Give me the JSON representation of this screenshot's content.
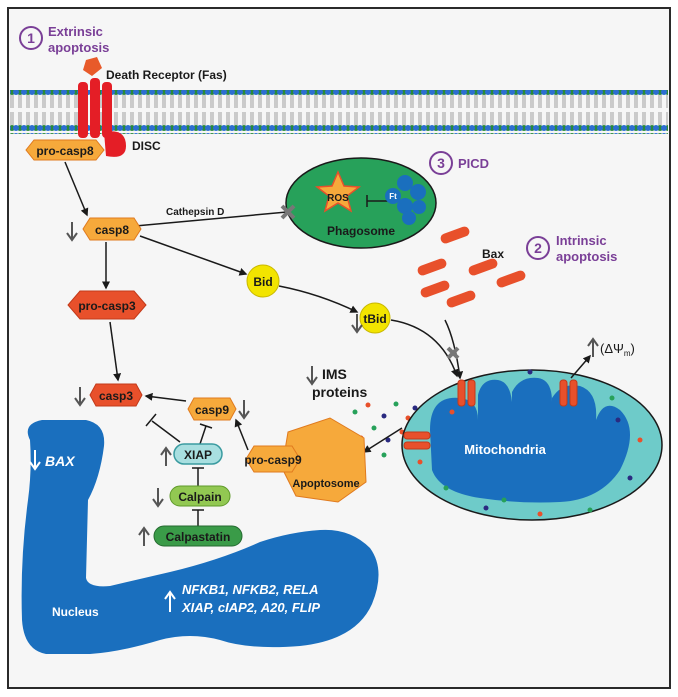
{
  "sections": {
    "extrinsic": {
      "number": "1",
      "line1": "Extrinsic",
      "line2": "apoptosis"
    },
    "picd": {
      "number": "3",
      "label": "PICD"
    },
    "intrinsic": {
      "number": "2",
      "line1": "Intrinsic",
      "line2": "apoptosis"
    }
  },
  "receptor": {
    "death_receptor": "Death Receptor (Fas)",
    "disc": "DISC"
  },
  "nodes": {
    "pro_casp8": "pro-casp8",
    "casp8": "casp8",
    "pro_casp3": "pro-casp3",
    "casp3": "casp3",
    "casp9": "casp9",
    "pro_casp9": "pro-casp9",
    "apoptosome": "Apoptosome",
    "xiap": "XIAP",
    "calpain": "Calpain",
    "calpastatin": "Calpastatin",
    "bid": "Bid",
    "tbid": "tBid",
    "bax": "Bax",
    "ros": "ROS",
    "ft": "Ft",
    "phagosome": "Phagosome",
    "cathepsin": "Cathepsin D",
    "mitochondria": "Mitochondria",
    "ims_line1": "IMS",
    "ims_line2": "proteins",
    "delta_psi": "(ΔΨ",
    "delta_sub": "m",
    "delta_close": ")"
  },
  "nucleus": {
    "label": "Nucleus",
    "bax": "BAX",
    "genes_line1": "NFKB1, NFKB2, RELA",
    "genes_line2": "XIAP, cIAP2, A20, FLIP"
  },
  "colors": {
    "purple": "#7a3f97",
    "orange_light": "#f6a93b",
    "orange_red": "#e8502b",
    "red": "#e41e26",
    "yellow": "#f2e400",
    "green_phagosome": "#27a15a",
    "nucleus_blue": "#1a6fbe",
    "mito_outer": "#6ecbc9",
    "xiap_fill": "#a8dfe0",
    "calpain_fill": "#92c852",
    "calpastatin_fill": "#3a9b48"
  }
}
